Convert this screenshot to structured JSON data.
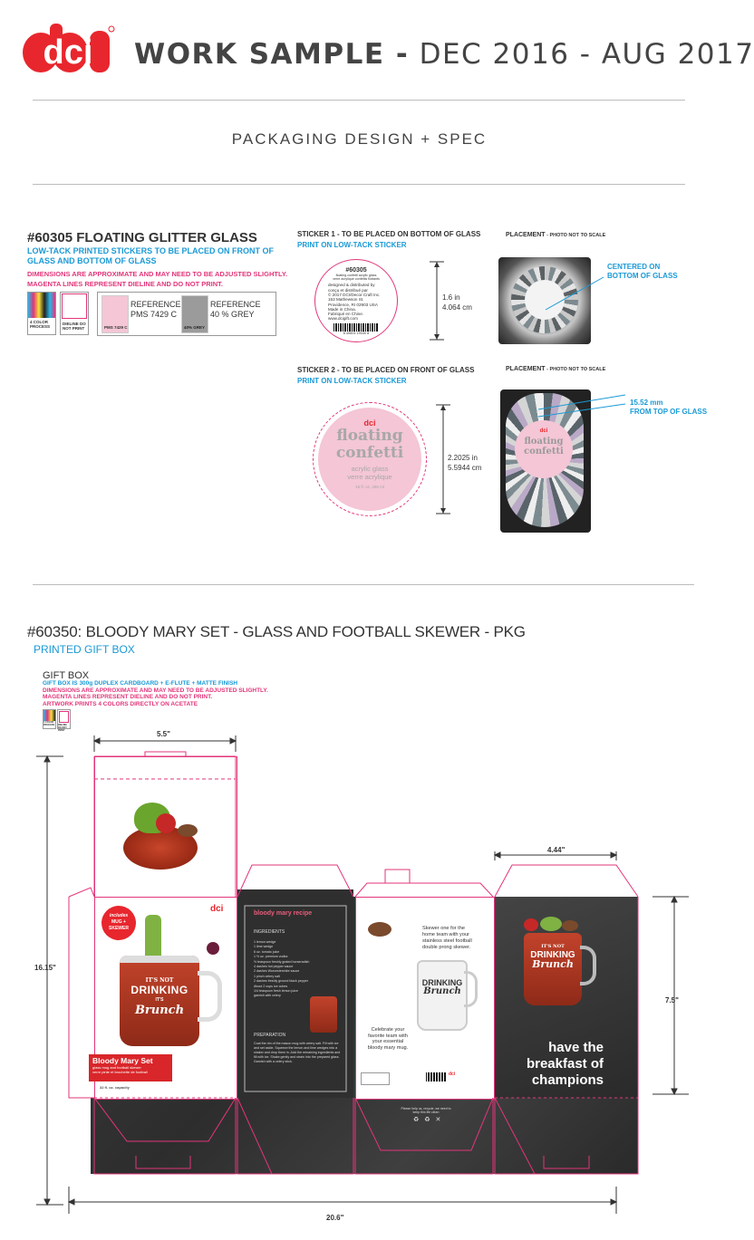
{
  "header": {
    "logo_text": "dci",
    "title_bold": "WORK SAMPLE -",
    "title_dates": " DEC 2016 - AUG 2017",
    "subtitle": "PACKAGING DESIGN + SPEC"
  },
  "colors": {
    "brand_red": "#e8262d",
    "cyan": "#1a9ad6",
    "magenta": "#e2357a",
    "pink": "#f4c6d6",
    "grey": "#9b9b9b",
    "chalk": "#3b3b3b"
  },
  "project1": {
    "title": "#60305 FLOATING GLITTER GLASS",
    "line1": "LOW-TACK PRINTED STICKERS TO BE PLACED ON FRONT OF",
    "line2": "GLASS AND BOTTOM OF GLASS",
    "note1": "DIMENSIONS ARE APPROXIMATE AND MAY NEED TO BE ADJUSTED SLIGHTLY.",
    "note2": "MAGENTA LINES REPRESENT DIELINE AND DO NOT PRINT.",
    "swatch1_label": "4 COLOR PROCESS",
    "swatch2_label": "DIELINE DO NOT PRINT",
    "ref1_title": "REFERENCE",
    "ref1_value": "PMS 7429 C",
    "ref1_chip": "PMS 7429 C",
    "ref2_title": "REFERENCE",
    "ref2_value": "40 % GREY",
    "ref2_chip": "40% GREY",
    "sticker1": {
      "title": "STICKER 1 - TO BE PLACED ON BOTTOM OF GLASS",
      "sub": "PRINT ON LOW-TACK STICKER",
      "dim1": "1.6 in",
      "dim2": "4.064 cm",
      "sku": "#60305",
      "small1": "floating confetti acrylic glass",
      "small2": "verre acrylique confettis flottants",
      "text1": "designed & distributed by",
      "text2": "conçu et distribué par",
      "text3": "© 2017 DCI/Decor Craft Inc.",
      "text4": "153 Mathewson St.",
      "text5": "Providence, RI 02903 USA",
      "text6": "Made in China.",
      "text7": "Fabriqué en Chine.",
      "web": "www.dcigift.com",
      "barcode": "8 40824 19030 8"
    },
    "placement1": {
      "title": "PLACEMENT",
      "note": " - PHOTO NOT TO SCALE",
      "callout1": "CENTERED ON",
      "callout2": "BOTTOM OF GLASS"
    },
    "sticker2": {
      "title": "STICKER 2 - TO BE PLACED ON FRONT OF GLASS",
      "sub": "PRINT ON LOW-TACK STICKER",
      "dim1": "2.2025 in",
      "dim2": "5.5944 cm",
      "logo": "dci",
      "name1": "floating",
      "name2": "confetti",
      "desc1": "acrylic glass",
      "desc2": "verre acrylique",
      "cap": "16 fl. oz. 296 ml"
    },
    "placement2": {
      "title": "PLACEMENT",
      "note": " - PHOTO NOT TO SCALE",
      "callout1": "15.52 mm",
      "callout2": "FROM TOP OF GLASS"
    }
  },
  "project2": {
    "title": "#60350: BLOODY MARY SET - GLASS AND FOOTBALL SKEWER - PKG",
    "sub": "PRINTED GIFT BOX",
    "box_title": "GIFT BOX",
    "spec1": "GIFT BOX IS 300g DUPLEX CARDBOARD + E-FLUTE + MATTE FINISH",
    "spec2": "DIMENSIONS ARE APPROXIMATE AND MAY NEED TO BE ADJUSTED SLIGHTLY.",
    "spec3": "MAGENTA LINES REPRESENT DIELINE AND DO NOT PRINT.",
    "spec4": "ARTWORK PRINTS 4 COLORS DIRECTLY ON ACETATE",
    "swatch1_label": "4 COLOR PROCESS",
    "swatch2_label": "DIELINE DO NOT PRINT",
    "dim_top_width": "5.5\"",
    "dim_height": "16.15\"",
    "dim_right_width": "4.44\"",
    "dim_right_height": "7.5\"",
    "dim_total_width": "20.6\"",
    "badge1": "includes",
    "badge2": "MUG +",
    "badge3": "SKEWER",
    "mug_line1": "IT'S NOT",
    "mug_line2": "DRINKING",
    "mug_line3": "IT'S",
    "mug_line4": "Brunch",
    "set_name": "Bloody Mary Set",
    "set_sub1": "glass mug and football skewer",
    "set_sub2": "verre pinte et brochette de football",
    "capacity": "32 fl. oz. capacity",
    "recipe_title": "bloody mary recipe",
    "ingredients_title": "INGREDIENTS",
    "ingredients": [
      "1 lemon wedge",
      "1 lime wedge",
      "6 oz. tomato juice",
      "1 ½ oz. premium vodka",
      "½ teaspoon freshly grated horseradish",
      "4 dashes hot pepper sauce",
      "2 dashes Worcestershire sauce",
      "1 pinch celery salt",
      "2 dashes freshly ground black pepper",
      "About 2 cups ice cubes",
      "1/4 teaspoon fresh lemon juice",
      "garnish with celery"
    ],
    "prep_title": "PREPARATION",
    "prep_text": "Coat the rim of the mason mug with celery salt. Fill with ice and set aside. Squeeze the lemon and lime wedges into a shaker and drop them in. Add the remaining ingredients and fill with ice. Shake gently and strain into the prepared glass. Garnish with a celery stick.",
    "skewer_text1": "Skewer one for the",
    "skewer_text2": "home team with your",
    "skewer_text3": "stainless steel football",
    "skewer_text4": "double prong skewer.",
    "celebrate1": "Celebrate your",
    "celebrate2": "favorite team with",
    "celebrate3": "your essential",
    "celebrate4": "bloody mary mug.",
    "recycle_note": "Please help us, recycle, we need to keep this life clean",
    "tagline1": "have the",
    "tagline2": "breakfast of",
    "tagline3": "champions"
  }
}
